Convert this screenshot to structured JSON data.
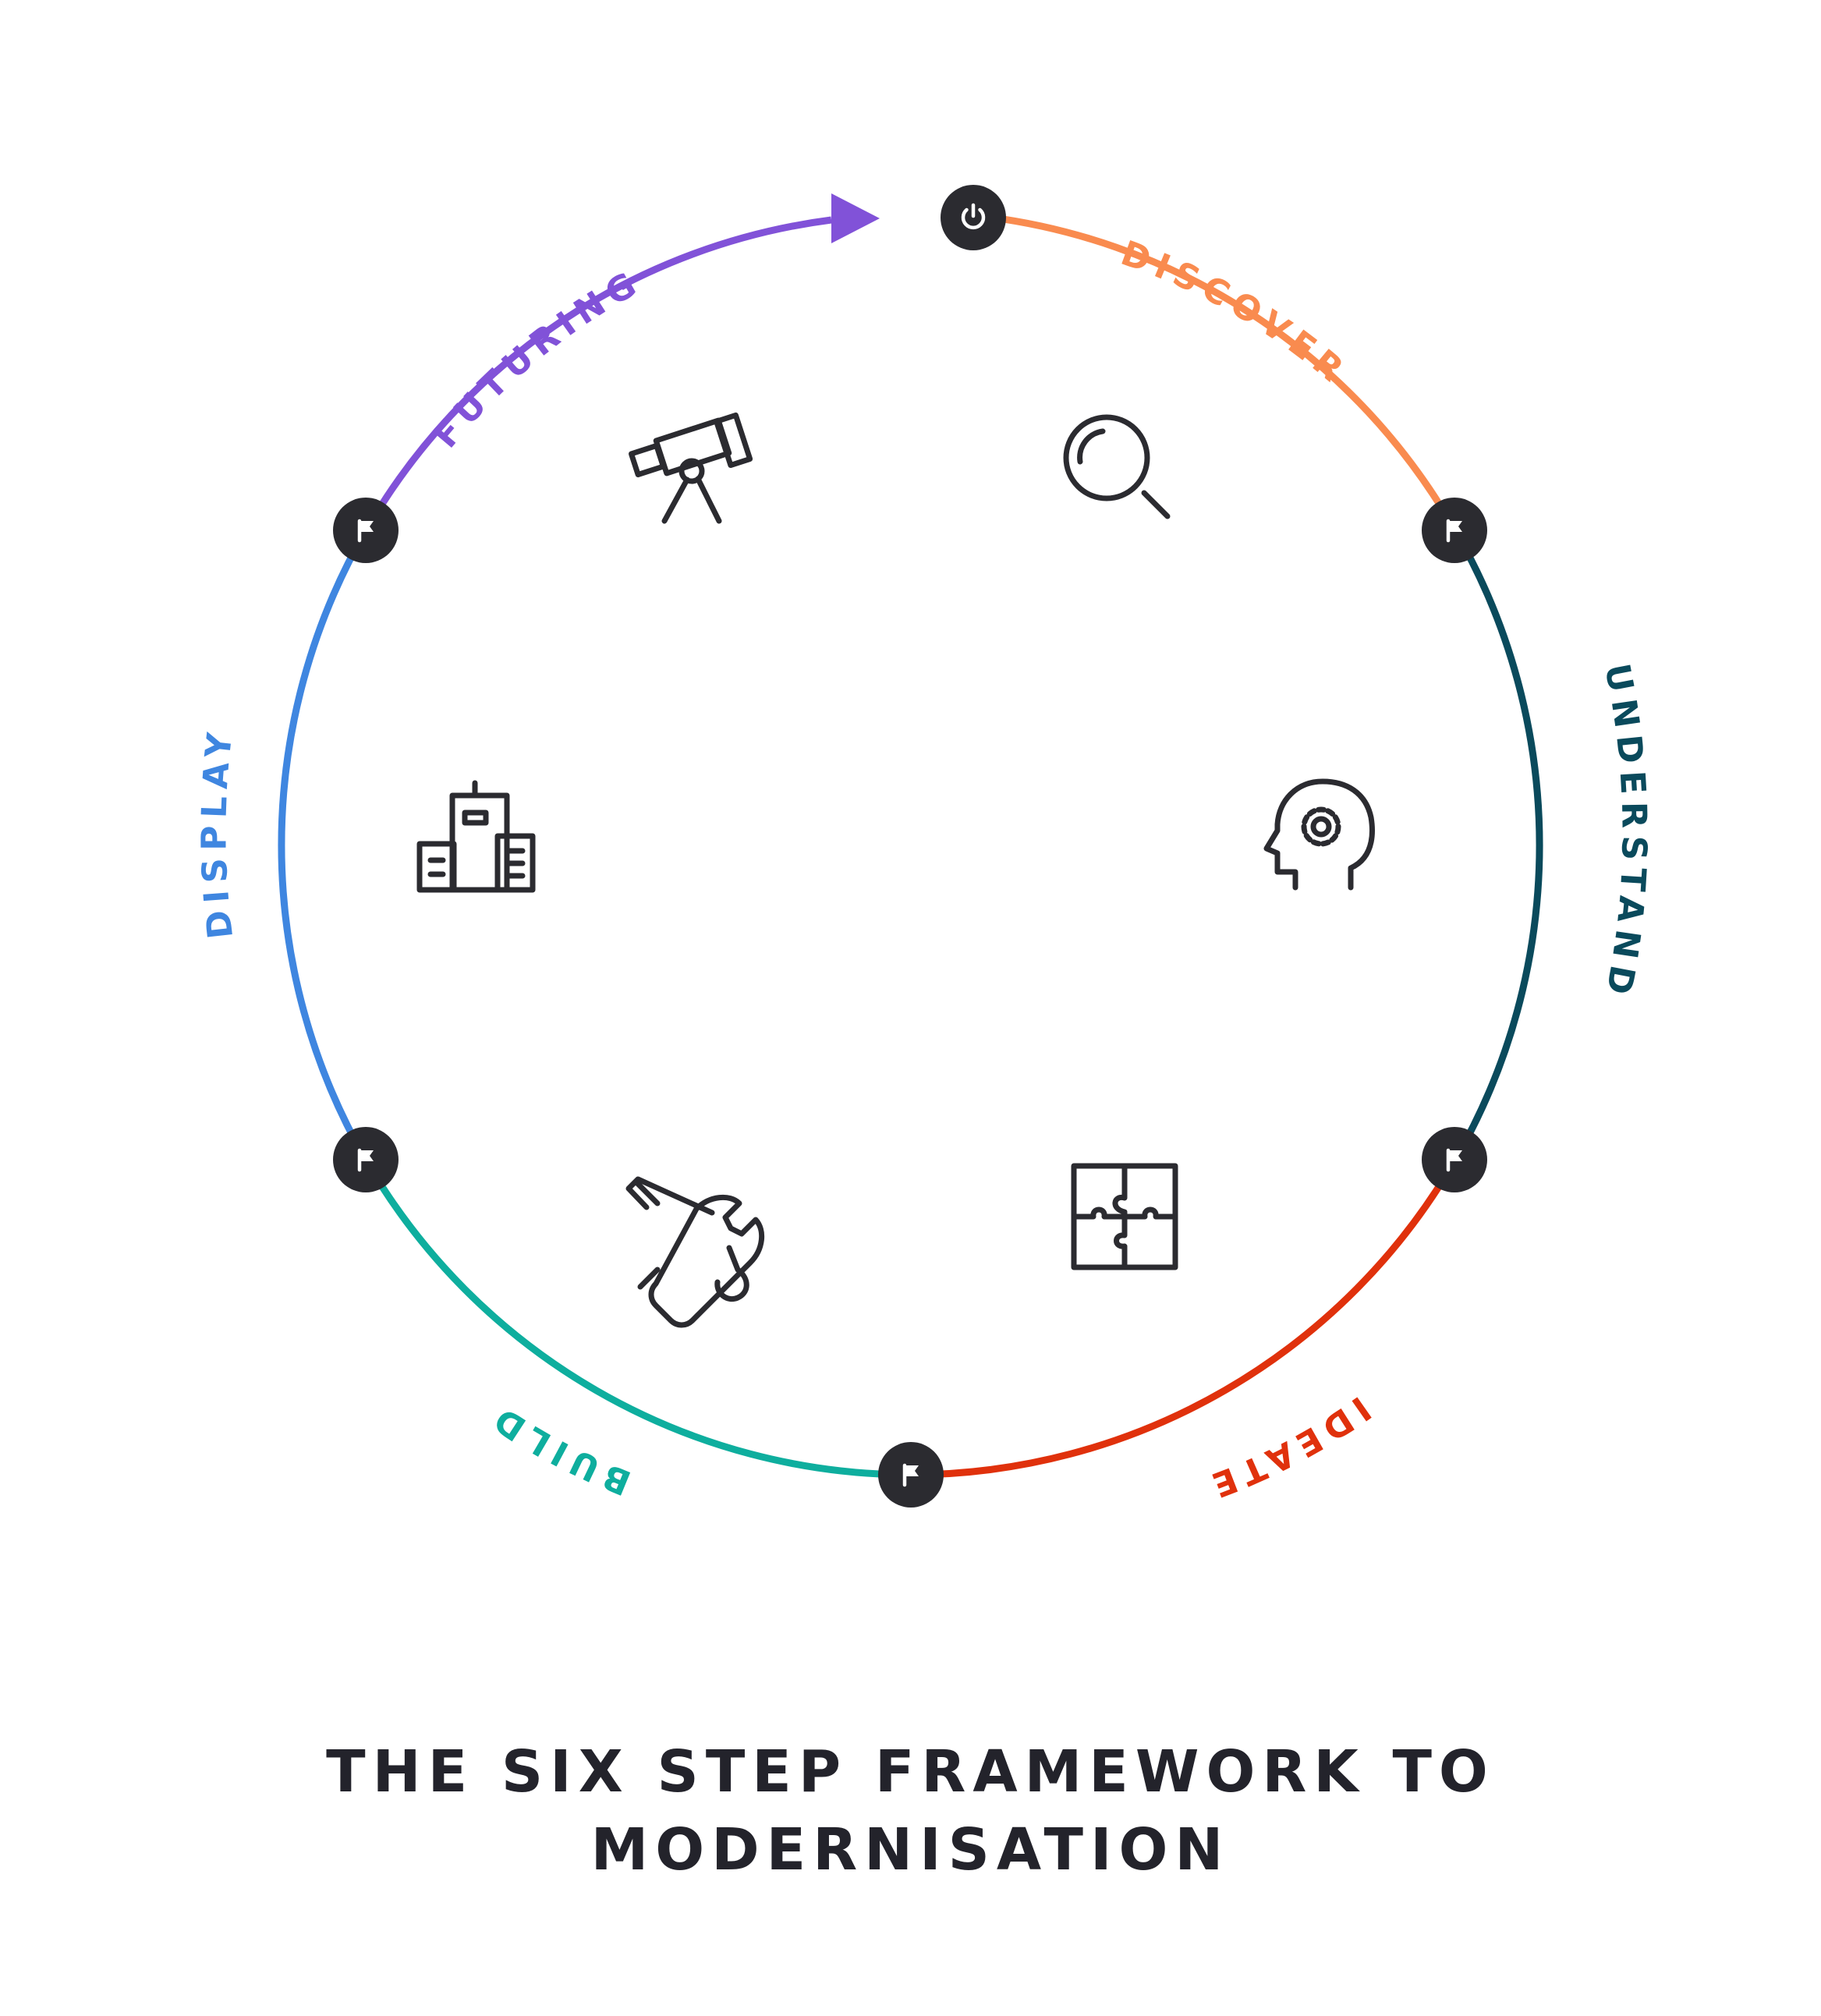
{
  "title": {
    "line1": "THE SIX STEP FRAMEWORK TO",
    "line2": "MODERNISATION"
  },
  "stages": [
    {
      "id": "discover",
      "label": "DISCOVER",
      "color": "#F98B4F",
      "icon": "magnifying-glass-icon"
    },
    {
      "id": "understand",
      "label": "UNDERSTAND",
      "color": "#0A4A5C",
      "icon": "head-gear-icon"
    },
    {
      "id": "ideate",
      "label": "IDEATE",
      "color": "#E0310C",
      "icon": "puzzle-icon"
    },
    {
      "id": "build",
      "label": "BUILD",
      "color": "#0EAE9E",
      "icon": "tools-icon"
    },
    {
      "id": "display",
      "label": "DISPLAY",
      "color": "#3F86E0",
      "icon": "buildings-icon"
    },
    {
      "id": "futuring",
      "label": "FUTURING",
      "color": "#8152D8",
      "icon": "telescope-icon"
    }
  ],
  "nodes": {
    "start_icon": "power-icon",
    "milestone_icon": "flag-icon",
    "node_color": "#2B2B30"
  }
}
